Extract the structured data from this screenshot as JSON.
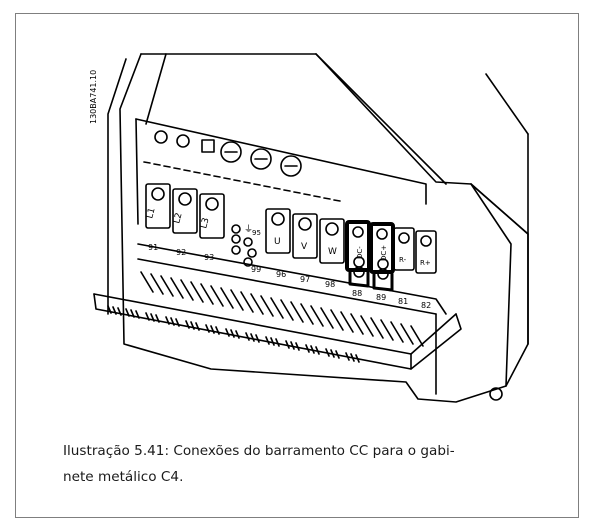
{
  "figure": {
    "drawing_id": "130BA741.10",
    "top_terminals": [
      "L1",
      "L2",
      "L3",
      "U",
      "V",
      "W",
      "DC-",
      "DC+",
      "R-",
      "R+"
    ],
    "bottom_numbers": [
      "91",
      "92",
      "93",
      "99",
      "96",
      "97",
      "98",
      "88",
      "89",
      "81",
      "82"
    ],
    "ground_label": "⏚",
    "ground_number": "95"
  },
  "caption": {
    "line1": "Ilustração 5.41: Conexões do barramento CC para o gabi-",
    "line2": "nete metálico C4."
  }
}
